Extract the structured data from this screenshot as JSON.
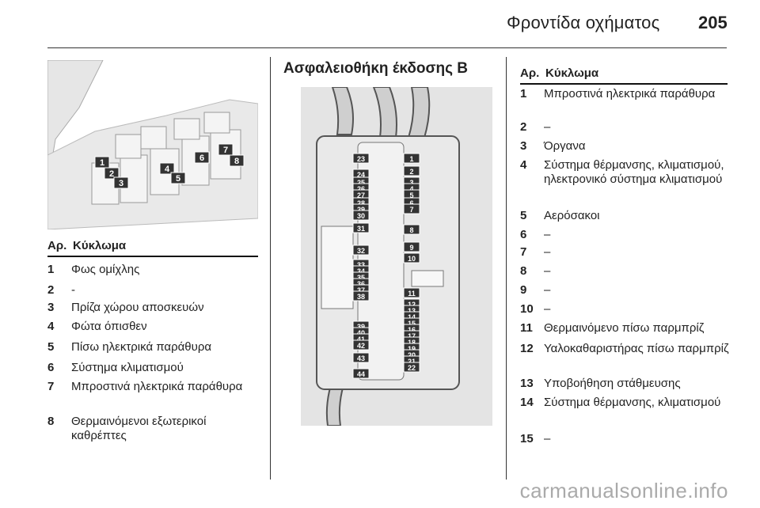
{
  "header": {
    "title": "Φροντίδα οχήματος",
    "page_number": "205"
  },
  "left": {
    "photo_labels": [
      "1",
      "2",
      "3",
      "4",
      "5",
      "6",
      "7",
      "8"
    ],
    "table_header": {
      "no": "Αρ.",
      "circuit": "Κύκλωμα"
    },
    "rows": [
      {
        "no": "1",
        "text": "Φως ομίχλης"
      },
      {
        "no": "2",
        "text": "-"
      },
      {
        "no": "3",
        "text": "Πρίζα χώρου αποσκευών"
      },
      {
        "no": "4",
        "text": "Φώτα όπισθεν"
      },
      {
        "no": "5",
        "text": "Πίσω ηλεκτρικά παράθυρα"
      },
      {
        "no": "6",
        "text": "Σύστημα κλιματισμού"
      },
      {
        "no": "7",
        "text": "Μπροστινά ηλεκτρικά παράθυρα"
      },
      {
        "no": "8",
        "text": "Θερμαινόμενοι εξωτερικοί καθρέπτες"
      }
    ]
  },
  "middle": {
    "section_title": "Ασφαλειοθήκη έκδοσης B",
    "fuse_labels_left": [
      "23",
      "24",
      "25",
      "26",
      "27",
      "28",
      "29",
      "30",
      "31",
      "32",
      "33",
      "34",
      "35",
      "36",
      "37",
      "38",
      "39",
      "40",
      "41",
      "42",
      "43",
      "44"
    ],
    "fuse_labels_right": [
      "1",
      "2",
      "3",
      "4",
      "5",
      "6",
      "7",
      "8",
      "9",
      "10",
      "11",
      "12",
      "13",
      "14",
      "15",
      "16",
      "17",
      "18",
      "19",
      "20",
      "21",
      "22"
    ]
  },
  "right": {
    "table_header": {
      "no": "Αρ.",
      "circuit": "Κύκλωμα"
    },
    "rows": [
      {
        "no": "1",
        "text": "Μπροστινά ηλεκτρικά παράθυρα"
      },
      {
        "no": "2",
        "text": "–"
      },
      {
        "no": "3",
        "text": "Όργανα"
      },
      {
        "no": "4",
        "text": "Σύστημα θέρμανσης, κλιματισμού, ηλεκτρονικό σύστημα κλιματισμού"
      },
      {
        "no": "5",
        "text": "Αερόσακοι"
      },
      {
        "no": "6",
        "text": "–"
      },
      {
        "no": "7",
        "text": "–"
      },
      {
        "no": "8",
        "text": "–"
      },
      {
        "no": "9",
        "text": "–"
      },
      {
        "no": "10",
        "text": "–"
      },
      {
        "no": "11",
        "text": "Θερμαινόμενο πίσω παρμπρίζ"
      },
      {
        "no": "12",
        "text": "Υαλοκαθαριστήρας πίσω παρμπρίζ"
      },
      {
        "no": "13",
        "text": "Υποβοήθηση στάθμευσης"
      },
      {
        "no": "14",
        "text": "Σύστημα θέρμανσης, κλιματισμού"
      },
      {
        "no": "15",
        "text": "–"
      }
    ]
  },
  "watermark": "carmanualsonline.info"
}
